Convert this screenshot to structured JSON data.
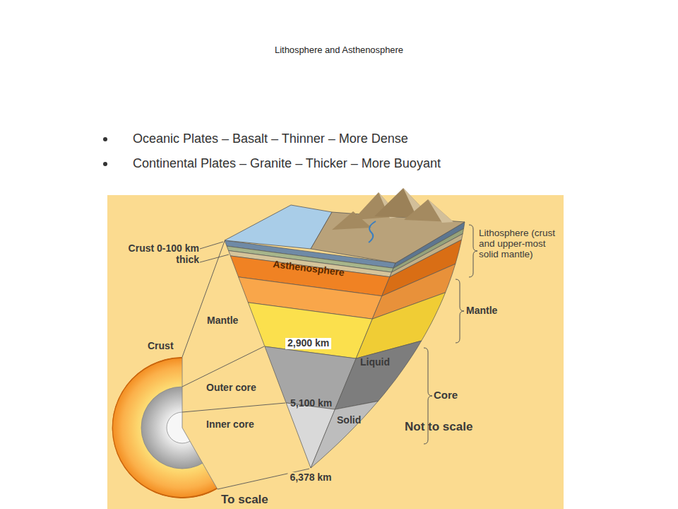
{
  "diagram": {
    "title": "Lithosphere and Asthenosphere",
    "labels": [
      "Oceanic Plates – Basalt – Thinner – More Dense",
      "Continental Plates – Granite – Thicker – More Buoyant",
      "Crust 0-100 km thick",
      "Asthenosphere",
      "Lithosphere (crust and upper-most solid mantle)",
      "Mantle",
      "Mantle",
      "Crust",
      "2,900 km",
      "Liquid",
      "Core",
      "Outer core",
      "5,100 km",
      "Inner core",
      "Solid",
      "Not to scale",
      "6,378 km",
      "To scale"
    ]
  }
}
